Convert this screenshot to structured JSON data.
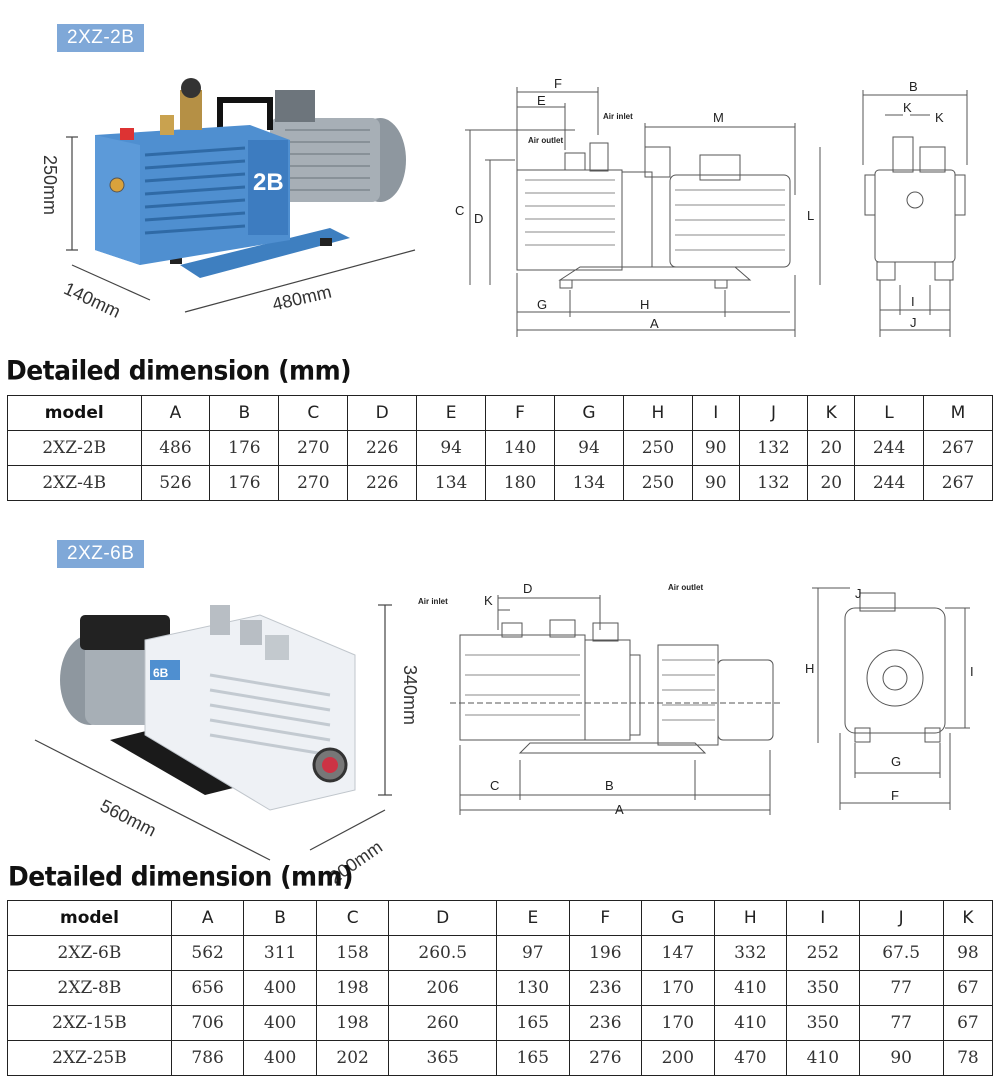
{
  "section1": {
    "tag": "2XZ-2B",
    "photo": {
      "height": "250mm",
      "depth": "140mm",
      "length": "480mm",
      "badge": "2B"
    },
    "drawing_labels": {
      "side": [
        "F",
        "E",
        "M",
        "C",
        "D",
        "L",
        "G",
        "H",
        "A"
      ],
      "air_outlet": "Air outlet",
      "air_inlet": "Air inlet",
      "end": [
        "B",
        "K",
        "K",
        "I",
        "J"
      ]
    },
    "heading": "Detailed dimension (mm)",
    "table": {
      "columns": [
        "model",
        "A",
        "B",
        "C",
        "D",
        "E",
        "F",
        "G",
        "H",
        "I",
        "J",
        "K",
        "L",
        "M"
      ],
      "rows": [
        [
          "2XZ-2B",
          "486",
          "176",
          "270",
          "226",
          "94",
          "140",
          "94",
          "250",
          "90",
          "132",
          "20",
          "244",
          "267"
        ],
        [
          "2XZ-4B",
          "526",
          "176",
          "270",
          "226",
          "134",
          "180",
          "134",
          "250",
          "90",
          "132",
          "20",
          "244",
          "267"
        ]
      ]
    }
  },
  "section2": {
    "tag": "2XZ-6B",
    "photo": {
      "height": "340mm",
      "length": "560mm",
      "depth": "200mm",
      "badge": "6B"
    },
    "drawing_labels": {
      "side": [
        "D",
        "K",
        "C",
        "B",
        "A"
      ],
      "air_inlet": "Air inlet",
      "air_outlet": "Air outlet",
      "end": [
        "J",
        "H",
        "I",
        "G",
        "F"
      ]
    },
    "heading": "Detailed dimension (mm)",
    "table": {
      "columns": [
        "model",
        "A",
        "B",
        "C",
        "D",
        "E",
        "F",
        "G",
        "H",
        "I",
        "J",
        "K"
      ],
      "rows": [
        [
          "2XZ-6B",
          "562",
          "311",
          "158",
          "260.5",
          "97",
          "196",
          "147",
          "332",
          "252",
          "67.5",
          "98"
        ],
        [
          "2XZ-8B",
          "656",
          "400",
          "198",
          "206",
          "130",
          "236",
          "170",
          "410",
          "350",
          "77",
          "67"
        ],
        [
          "2XZ-15B",
          "706",
          "400",
          "198",
          "260",
          "165",
          "236",
          "170",
          "410",
          "350",
          "77",
          "67"
        ],
        [
          "2XZ-25B",
          "786",
          "400",
          "202",
          "365",
          "165",
          "276",
          "200",
          "470",
          "410",
          "90",
          "78"
        ]
      ]
    }
  },
  "colors": {
    "tag_bg": "#7fa8d8",
    "pump_blue": "#4f8fd0",
    "pump_white": "#eef1f5",
    "motor_gray": "#9aa3ab",
    "line": "#555555"
  }
}
